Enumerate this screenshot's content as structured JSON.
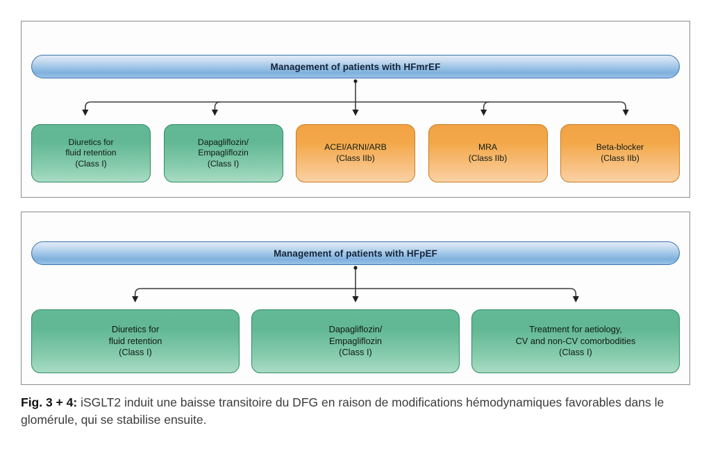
{
  "figure": {
    "panels": [
      {
        "id": "hfmref",
        "header": "Management of patients with HFmrEF",
        "nodes": [
          {
            "color": "green",
            "lines": [
              "Diuretics for",
              "fluid retention",
              "(Class I)"
            ]
          },
          {
            "color": "green",
            "lines": [
              "Dapagliflozin/",
              "Empagliflozin",
              "(Class I)"
            ]
          },
          {
            "color": "orange",
            "lines": [
              "ACEI/ARNI/ARB",
              "(Class IIb)"
            ]
          },
          {
            "color": "orange",
            "lines": [
              "MRA",
              "(Class IIb)"
            ]
          },
          {
            "color": "orange",
            "lines": [
              "Beta-blocker",
              "(Class IIb)"
            ]
          }
        ]
      },
      {
        "id": "hfpef",
        "header": "Management of patients with HFpEF",
        "nodes": [
          {
            "color": "green",
            "lines": [
              "Diuretics for",
              "fluid retention",
              "(Class I)"
            ]
          },
          {
            "color": "green",
            "lines": [
              "Dapagliflozin/",
              "Empagliflozin",
              "(Class I)"
            ]
          },
          {
            "color": "green",
            "lines": [
              "Treatment for aetiology,",
              "CV and non-CV comorbodities",
              "(Class I)"
            ]
          }
        ]
      }
    ]
  },
  "caption": {
    "label": "Fig. 3 + 4:",
    "text": " iSGLT2 induit une baisse transitoire du DFG en raison de modifications hémodynamiques favorables dans le glomérule, qui se stabilise ensuite."
  },
  "colors": {
    "panel_border": "#8a8a8a",
    "header_blue": "#9cc3e6",
    "header_blue_border": "#3a72ad",
    "node_green": "#63b995",
    "node_green_border": "#2e8b63",
    "node_orange": "#f2a244",
    "node_orange_border": "#c87d22",
    "connector": "#3d3d3d",
    "caption_text": "#3b3b3b"
  }
}
